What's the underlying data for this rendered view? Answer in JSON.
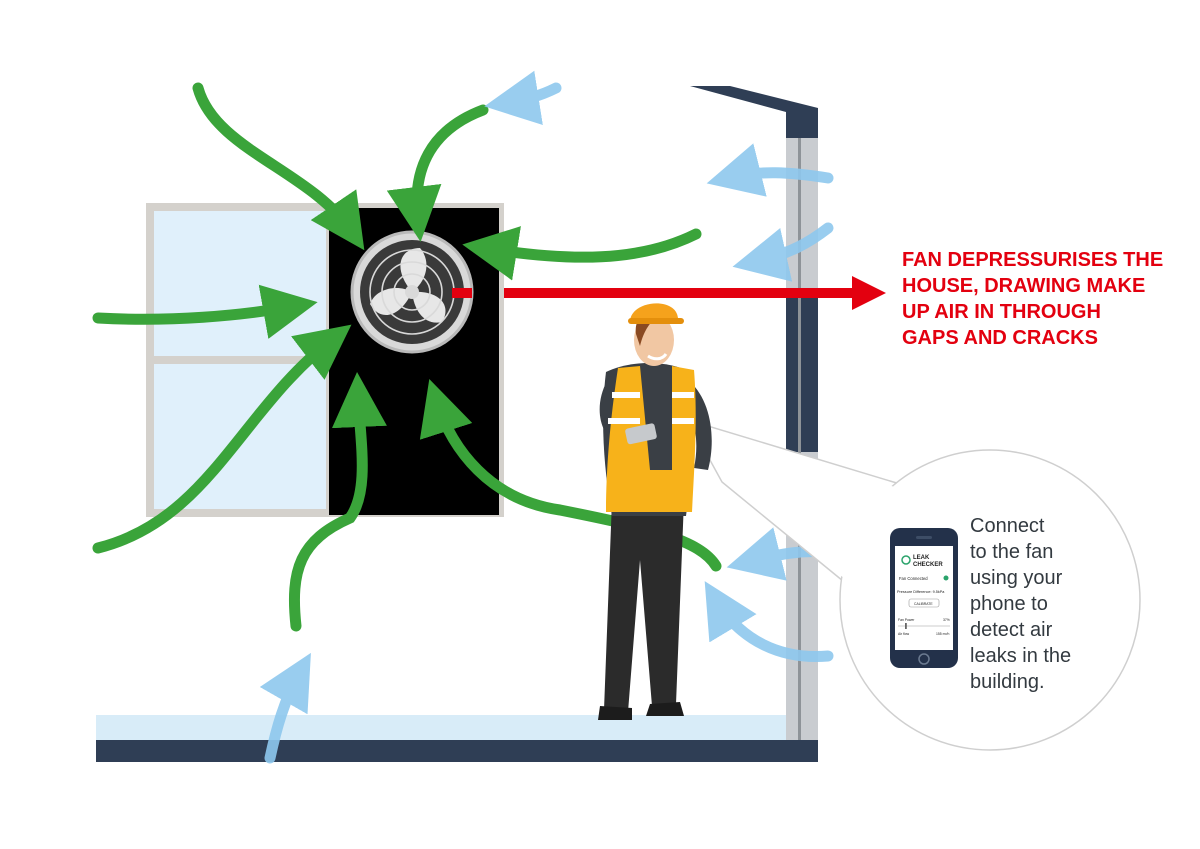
{
  "headline_lines": [
    "FAN DEPRESSURISES THE",
    "HOUSE, DRAWING MAKE",
    "UP AIR IN THROUGH",
    "GAPS AND CRACKS"
  ],
  "bubble_lines": [
    "Connect",
    "to the fan",
    "using your",
    "phone to",
    "detect air",
    "leaks in the",
    "building."
  ],
  "phone": {
    "logo_line1": "LEAK",
    "logo_line2": "CHECKER",
    "status": "Fan Connected",
    "pressure": "Pressure Difference: 9.5kPa",
    "calibrate": "CALIBRATE",
    "fan_power_label": "Fan Power",
    "fan_power_value": "37%",
    "air_flow_label": "Air flow",
    "air_flow_value": "155 m³/h"
  },
  "colors": {
    "green_arrow": "#3aa43a",
    "blue_arrow": "#8ec8ee",
    "red_arrow": "#e3000f",
    "wall_navy": "#2f3e55",
    "fan_panel": "#000000",
    "vest": "#f7b21a",
    "helmet": "#f5a21c"
  }
}
